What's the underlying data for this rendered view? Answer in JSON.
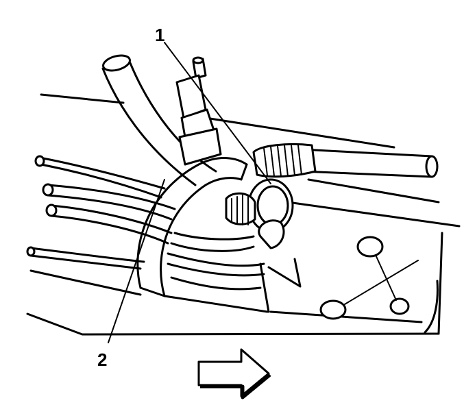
{
  "callouts": [
    {
      "id": "1",
      "label": "1"
    },
    {
      "id": "2",
      "label": "2"
    }
  ],
  "icons": {
    "direction_arrow": "right-arrow-icon"
  },
  "colors": {
    "line": "#000000",
    "background": "#ffffff"
  }
}
